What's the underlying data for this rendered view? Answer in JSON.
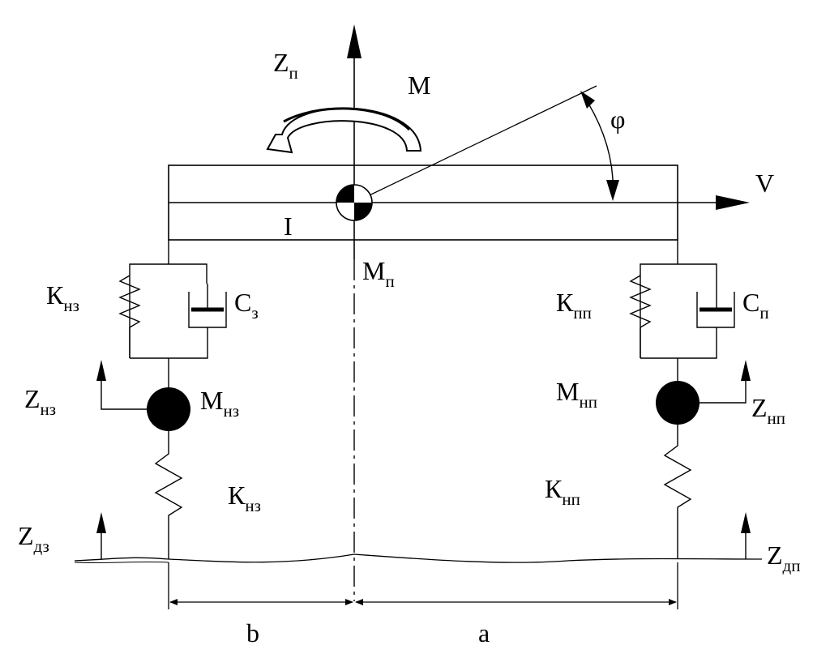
{
  "labels": {
    "z_body": {
      "main": "Z",
      "sub": "п"
    },
    "moment": "M",
    "angle": "φ",
    "velocity": "V",
    "inertia": "I",
    "body_mass": {
      "main": "M",
      "sub": "п"
    },
    "k_rear_susp": {
      "main": "К",
      "sub": "нз"
    },
    "c_rear": {
      "main": "С",
      "sub": "з"
    },
    "k_front_susp": {
      "main": "К",
      "sub": "пп"
    },
    "c_front": {
      "main": "С",
      "sub": "п"
    },
    "z_rear_wheel": {
      "main": "Z",
      "sub": "нз"
    },
    "m_rear_wheel": {
      "main": "M",
      "sub": "нз"
    },
    "m_front_wheel": {
      "main": "M",
      "sub": "нп"
    },
    "z_front_wheel": {
      "main": "Z",
      "sub": "нп"
    },
    "k_rear_tire": {
      "main": "К",
      "sub": "нз"
    },
    "k_front_tire": {
      "main": "К",
      "sub": "нп"
    },
    "z_rear_road": {
      "main": "Z",
      "sub": "дз"
    },
    "z_front_road": {
      "main": "Z",
      "sub": "дп"
    },
    "dim_b": "b",
    "dim_a": "a"
  }
}
